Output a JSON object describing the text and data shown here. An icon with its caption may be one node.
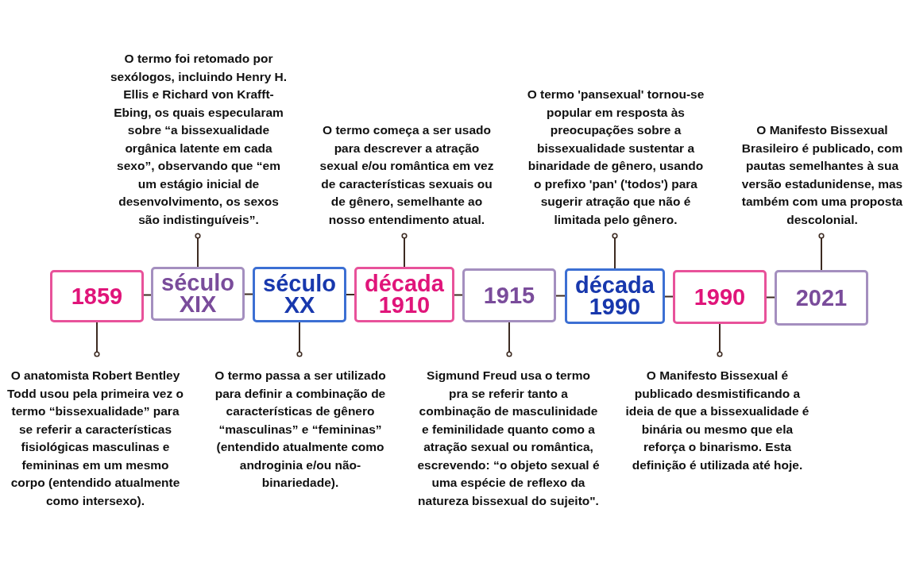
{
  "diagram": {
    "nodes": [
      {
        "text": [
          "1859"
        ]
      },
      {
        "text": [
          "século XIX"
        ]
      },
      {
        "text": [
          "século XX"
        ]
      },
      {
        "text": [
          "década 1910"
        ]
      },
      {
        "text": [
          "1915"
        ]
      },
      {
        "text": [
          "década 1990"
        ]
      },
      {
        "text": [
          "1990"
        ]
      },
      {
        "text": [
          "2021"
        ]
      },
      {
        "text": [
          "O anatomista Robert Bentley Todd usou pela primeira vez o termo “bissexualidade” para se referir  a características fisiológicas masculinas e femininas em um mesmo corpo (entendido atualmente como intersexo)."
        ]
      },
      {
        "text": [
          "O termo foi retomado por sexólogos, incluindo Henry H. Ellis e Richard von Krafft-Ebing, os quais especularam sobre “a bissexualidade orgânica latente em cada sexo”, observando que “em um estágio inicial de desenvolvimento, os sexos são indistinguíveis”."
        ]
      },
      {
        "text": [
          "O termo passa a ser utilizado para definir a combinação de características de gênero “masculinas” e “femininas” (entendido atualmente como androginia e/ou não-binariedade)."
        ]
      },
      {
        "text": [
          "O termo começa a ser usado para descrever a atração sexual e/ou romântica em vez de características sexuais ou de gênero, semelhante ao nosso entendimento atual."
        ]
      },
      {
        "text": [
          "Sigmund Freud usa o termo pra se referir tanto a combinação de masculinidade e feminilidade quanto como a atração sexual ou romântica, escrevendo: “o objeto sexual é uma espécie de reflexo da natureza bissexual do sujeito\"."
        ]
      },
      {
        "text": [
          "O termo 'pansexual' tornou-se popular em resposta às preocupações sobre a bissexualidade sustentar a binaridade de gênero, usando o prefixo 'pan' ('todos') para sugerir atração que não é limitada pelo gênero."
        ]
      },
      {
        "text": [
          "O Manifesto Bissexual é publicado desmistificando a ideia de que a bissexualidade é binária ou mesmo que ela reforça o binarismo. Esta definição é utilizada até hoje."
        ]
      },
      {
        "text": [
          "O Manifesto Bissexual Brasileiro é publicado, com pautas semelhantes à sua versão estadunidense, mas também com uma proposta descolonial."
        ]
      }
    ],
    "edges": [
      {
        "from": 0,
        "to": 1,
        "arrow": "none"
      },
      {
        "from": 1,
        "to": 2,
        "arrow": "none"
      },
      {
        "from": 2,
        "to": 3,
        "arrow": "none"
      },
      {
        "from": 3,
        "to": 4,
        "arrow": "none"
      },
      {
        "from": 4,
        "to": 5,
        "arrow": "none"
      },
      {
        "from": 5,
        "to": 6,
        "arrow": "none"
      },
      {
        "from": 6,
        "to": 7,
        "arrow": "none"
      },
      {
        "from": 0,
        "to": 8,
        "arrow": "other"
      },
      {
        "from": 1,
        "to": 9,
        "arrow": "other"
      },
      {
        "from": 2,
        "to": 10,
        "arrow": "other"
      },
      {
        "from": 3,
        "to": 11,
        "arrow": "other"
      },
      {
        "from": 4,
        "to": 12,
        "arrow": "other"
      },
      {
        "from": 5,
        "to": 13,
        "arrow": "other"
      },
      {
        "from": 6,
        "to": 14,
        "arrow": "other"
      },
      {
        "from": 7,
        "to": 15,
        "arrow": "other"
      }
    ]
  }
}
